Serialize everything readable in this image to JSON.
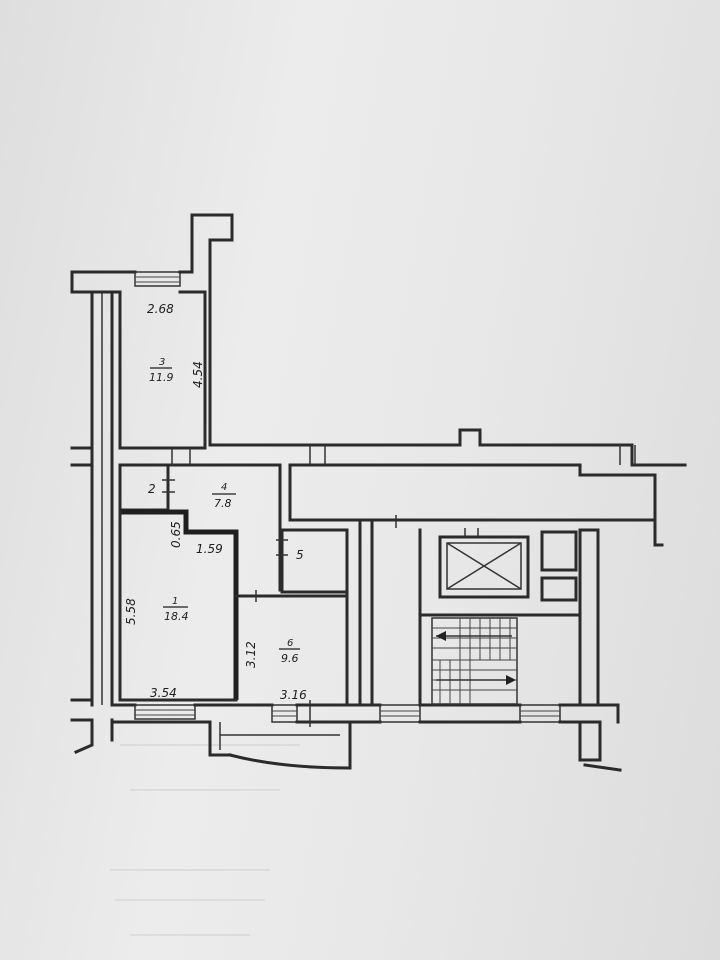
{
  "rooms": [
    {
      "id": "1",
      "area": "18.4",
      "dim_w": "3.54",
      "dim_h": "5.58"
    },
    {
      "id": "2"
    },
    {
      "id": "3",
      "area": "11.9",
      "dim_w": "2.68",
      "dim_h": "4.54"
    },
    {
      "id": "4",
      "area": "7.8",
      "dim_a": "0.65",
      "dim_b": "1.59"
    },
    {
      "id": "5"
    },
    {
      "id": "6",
      "area": "9.6",
      "dim_w": "3.16",
      "dim_h": "3.12"
    }
  ],
  "colors": {
    "wall": "#2b2b2b",
    "paper": "#e6e6e6"
  }
}
